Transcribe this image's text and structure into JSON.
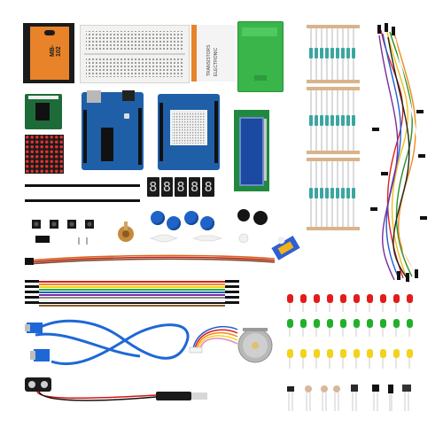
{
  "image": {
    "description_free": true
  },
  "package": {
    "label_model": "MB-102",
    "label_brand_line1": "TRANSISTORS",
    "label_brand_line2": "ELECTRONIC"
  },
  "colors": {
    "breadboard_band": "#e8832a",
    "pcb_blue": "#1f5fa8",
    "pcb_green": "#1e6b3a",
    "lcd_blue": "#1c4aa3",
    "led_red": "#e31b1b",
    "led_green": "#22b02a",
    "led_yellow": "#f2d21b",
    "cable_blue": "#1e68d6",
    "button_blue": "#1f63c8",
    "storage_box_green": "#39b54a"
  },
  "seven_segment": {
    "digits": [
      "8",
      "8",
      "8",
      "8",
      "8"
    ]
  },
  "led_rows": {
    "red_count": 10,
    "green_count": 10,
    "yellow_count": 10
  }
}
